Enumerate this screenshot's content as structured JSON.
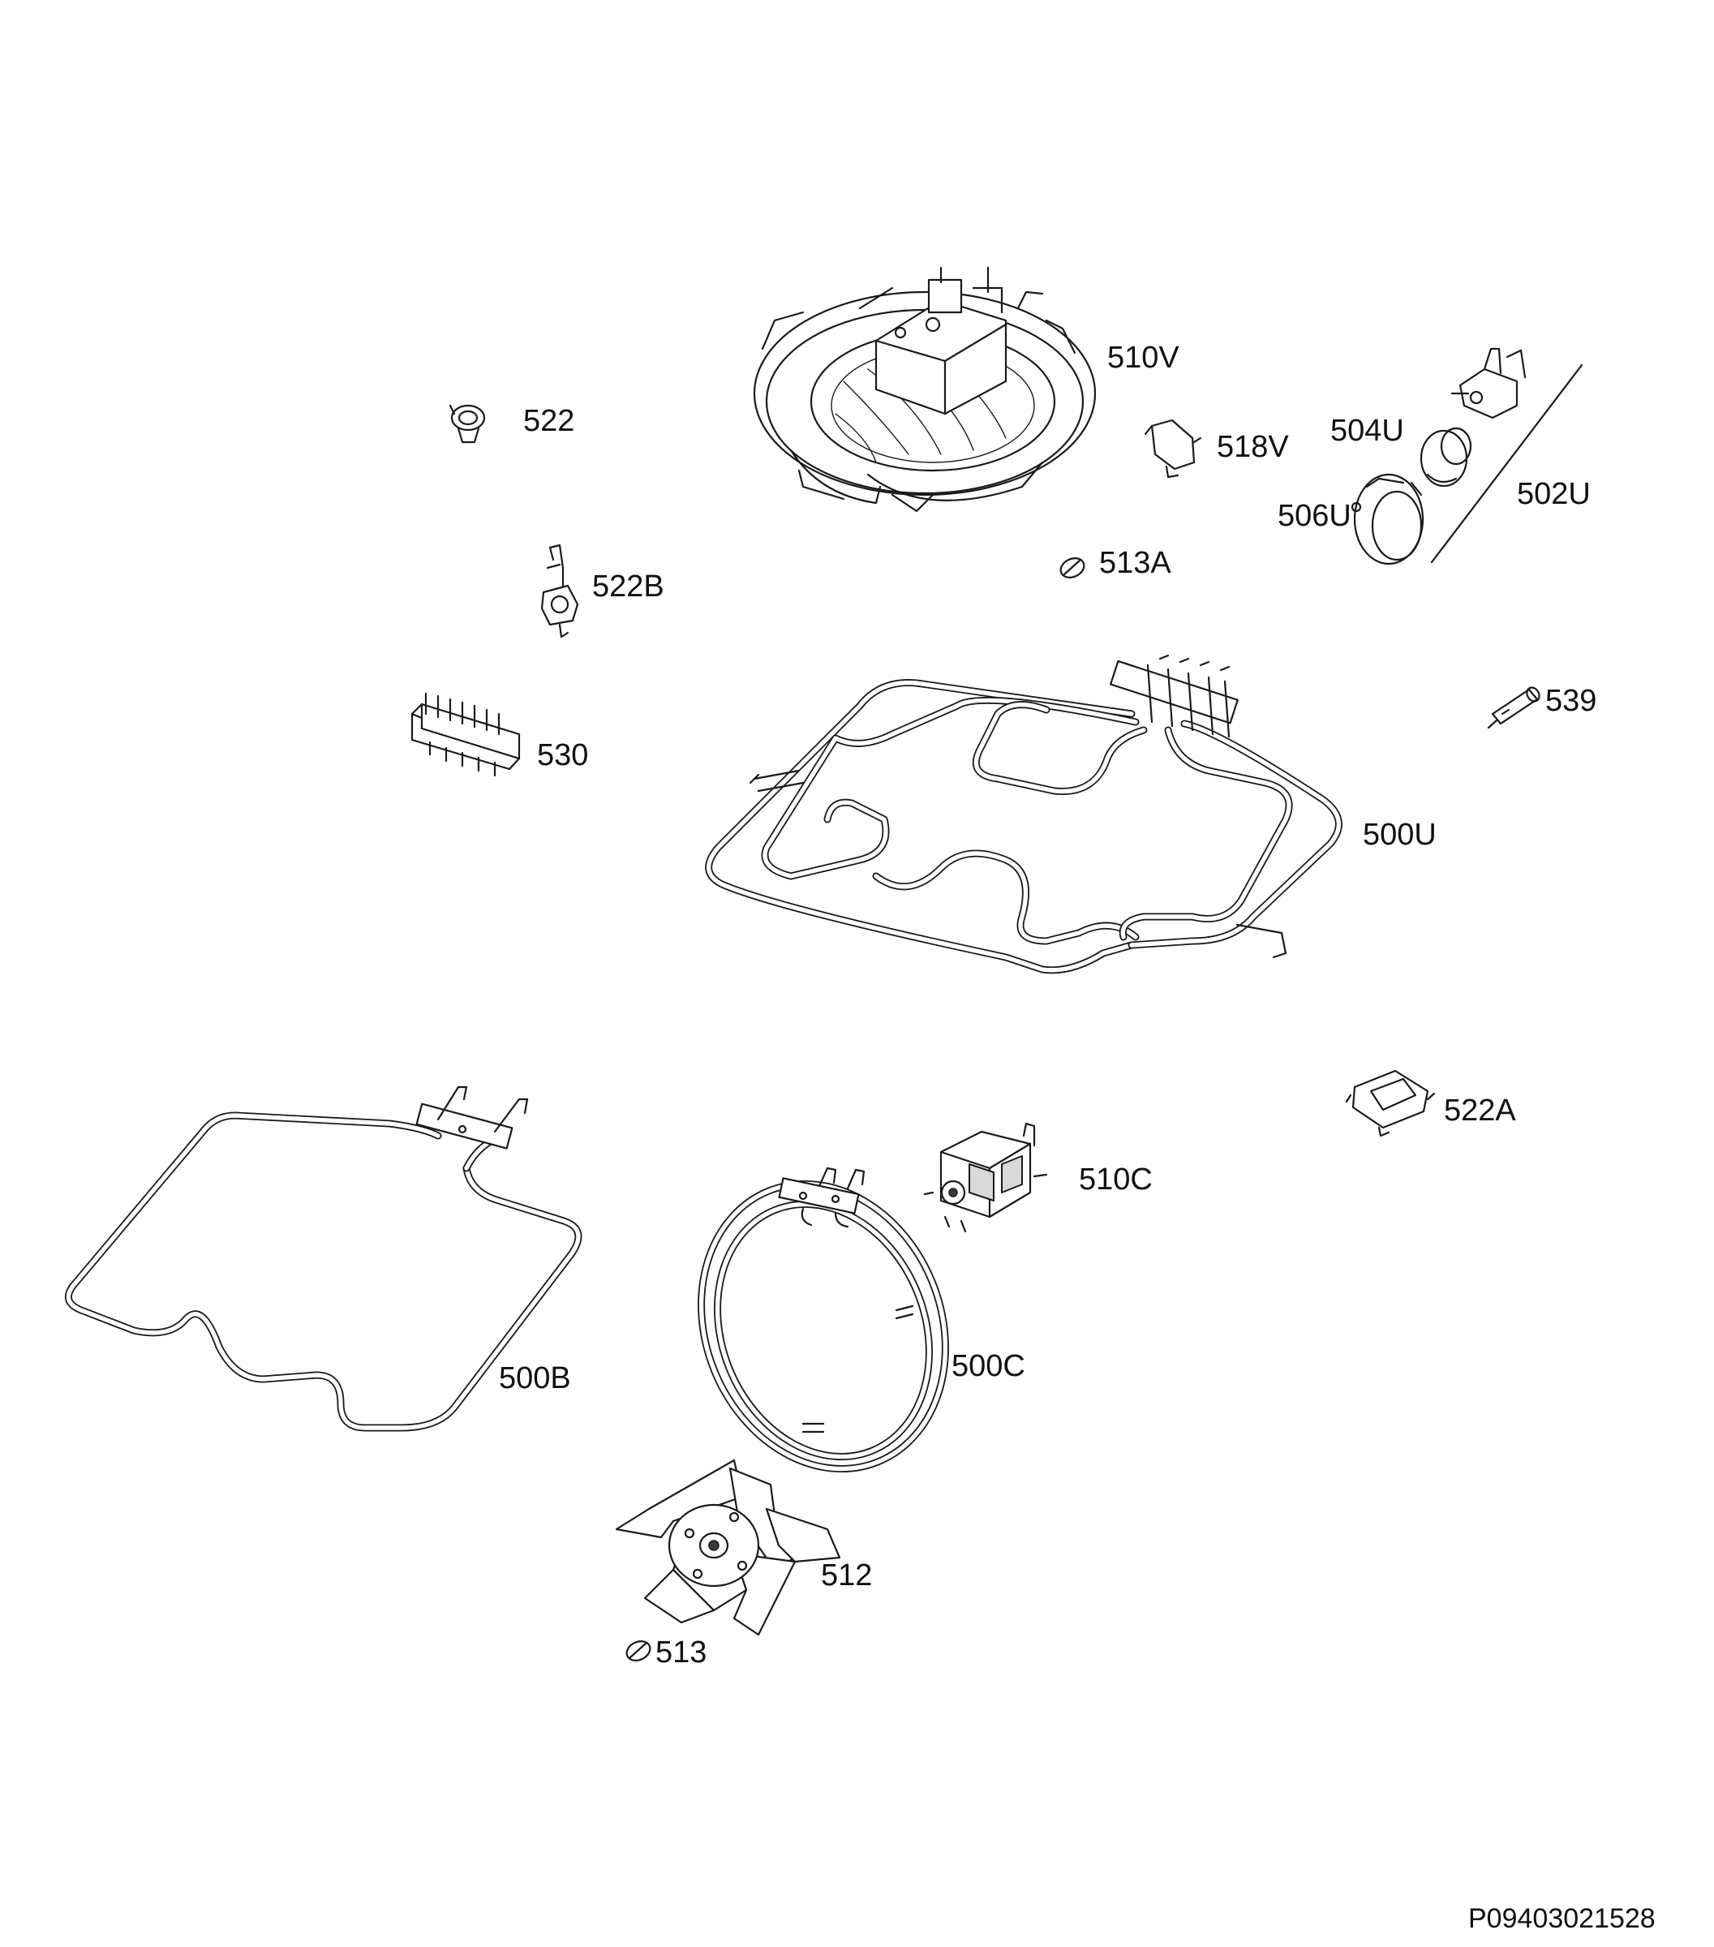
{
  "diagram": {
    "reference_code": "P09403021528",
    "parts": [
      {
        "id": "p510V",
        "label": "510V",
        "icon": "convection-fan-housing-icon"
      },
      {
        "id": "p522",
        "label": "522",
        "icon": "cable-clip-icon"
      },
      {
        "id": "p518V",
        "label": "518V",
        "icon": "bracket-clip-icon"
      },
      {
        "id": "p504U",
        "label": "504U",
        "icon": "lamp-bulb-icon"
      },
      {
        "id": "p502U",
        "label": "502U",
        "icon": "lamp-assembly-icon"
      },
      {
        "id": "p506U",
        "label": "506U",
        "icon": "lamp-cover-icon"
      },
      {
        "id": "p513A",
        "label": "513A",
        "icon": "nut-icon"
      },
      {
        "id": "p522B",
        "label": "522B",
        "icon": "thermostat-icon"
      },
      {
        "id": "p539",
        "label": "539",
        "icon": "sensor-probe-icon"
      },
      {
        "id": "p530",
        "label": "530",
        "icon": "terminal-block-icon"
      },
      {
        "id": "p500U",
        "label": "500U",
        "icon": "top-grill-heating-element-icon"
      },
      {
        "id": "p522A",
        "label": "522A",
        "icon": "safety-thermostat-icon"
      },
      {
        "id": "p510C",
        "label": "510C",
        "icon": "fan-motor-icon"
      },
      {
        "id": "p500B",
        "label": "500B",
        "icon": "bottom-heating-element-icon"
      },
      {
        "id": "p500C",
        "label": "500C",
        "icon": "circular-heating-element-icon"
      },
      {
        "id": "p512",
        "label": "512",
        "icon": "fan-blade-icon"
      },
      {
        "id": "p513",
        "label": "513",
        "icon": "nut-icon"
      }
    ]
  }
}
